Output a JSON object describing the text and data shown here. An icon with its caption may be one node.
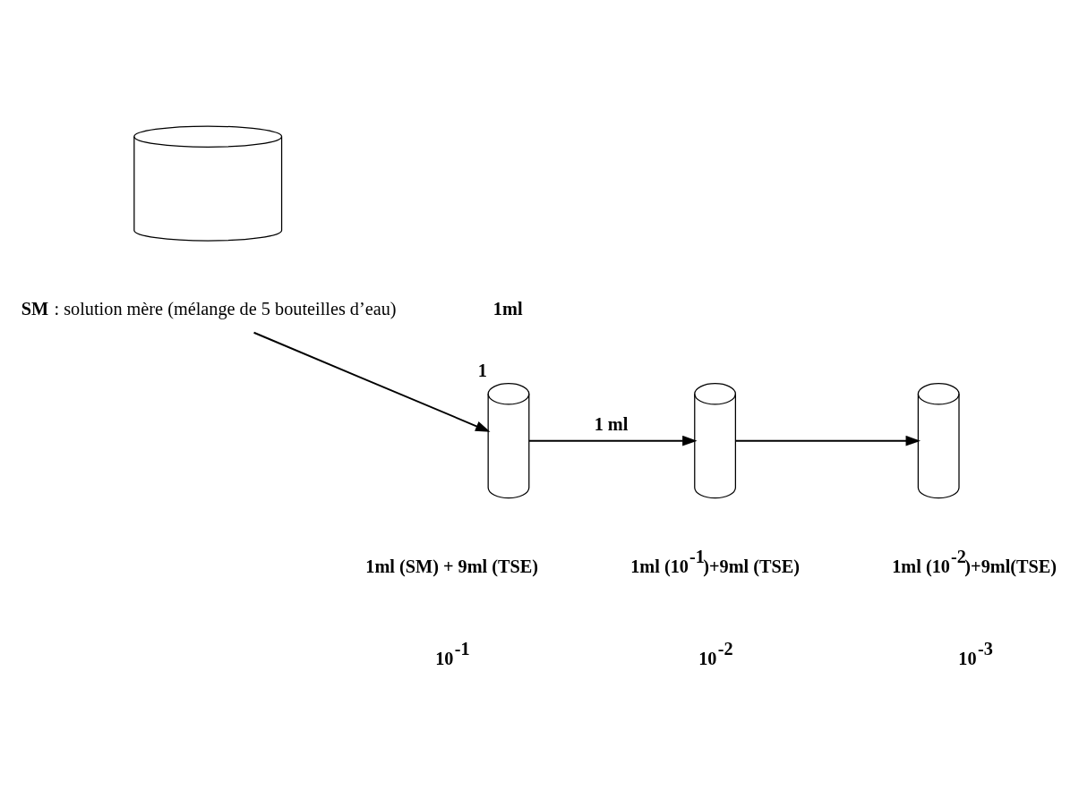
{
  "diagram": {
    "nodes": [
      {
        "text": [],
        "shape": "cylinder"
      },
      {
        "text": [
          "**SM** : solution mère (mélange de 5 bouteilles d’eau)"
        ]
      },
      {
        "text": [],
        "shape": "cylinder",
        "beside": [
          "1ml",
          "1",
          "1ml (SM) + 9ml (TSE)",
          "10$^{-1}$"
        ]
      },
      {
        "text": [],
        "shape": "cylinder",
        "beside": [
          "1ml (10$^{-1}$)+9ml (TSE)",
          "10$^{-2}$"
        ]
      },
      {
        "text": [],
        "shape": "cylinder",
        "beside": [
          "1ml (10$^{-2}$)+9ml(TSE)",
          "10$^{-3}$"
        ]
      }
    ],
    "edges": [
      {
        "from": 1,
        "to": 2,
        "arrow": "to"
      },
      {
        "from": 2,
        "to": 3,
        "arrow": "to",
        "label": "1 ml"
      },
      {
        "from": 3,
        "to": 4,
        "arrow": "to"
      }
    ]
  }
}
